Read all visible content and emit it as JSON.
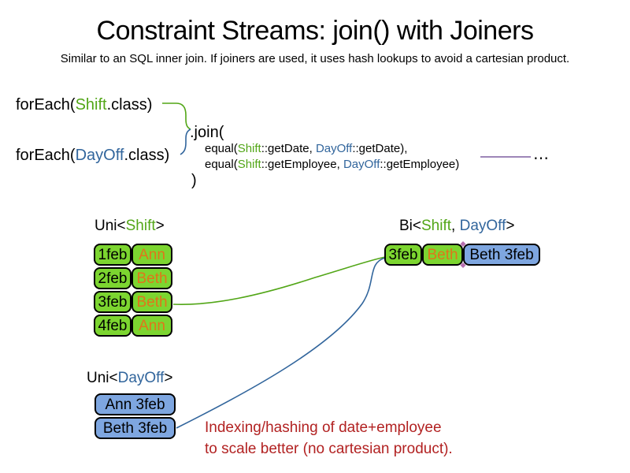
{
  "colors": {
    "green_text": "#52A617",
    "blue_text": "#31659C",
    "green_fill": "#7CD530",
    "blue_fill": "#7EA6E0",
    "orange_text": "#E0751A",
    "red_text": "#B22222",
    "purple_line": "#7D5FA0"
  },
  "title": "Constraint Streams: join() with Joiners",
  "subtitle": "Similar to an SQL inner join. If joiners are used, it uses hash lookups to avoid a cartesian product.",
  "code": {
    "foreach_shift": {
      "prefix": "forEach(",
      "class_name": "Shift",
      "suffix": ".class)"
    },
    "foreach_dayoff": {
      "prefix": "forEach(",
      "class_name": "DayOff",
      "suffix": ".class)"
    },
    "join_open": ".join(",
    "joiner_date": {
      "prefix": "equal(",
      "left_class": "Shift",
      "left_rest": "::getDate, ",
      "right_class": "DayOff",
      "right_rest": "::getDate),"
    },
    "joiner_employee": {
      "prefix": "equal(",
      "left_class": "Shift",
      "left_rest": "::getEmployee, ",
      "right_class": "DayOff",
      "right_rest": "::getEmployee)"
    },
    "ellipsis": "⋯",
    "join_close": ")"
  },
  "uni_shift": {
    "label": {
      "prefix": "Uni<",
      "class_name": "Shift",
      "suffix": ">"
    },
    "rows": [
      {
        "date": "1feb",
        "employee": "Ann"
      },
      {
        "date": "2feb",
        "employee": "Beth"
      },
      {
        "date": "3feb",
        "employee": "Beth"
      },
      {
        "date": "4feb",
        "employee": "Ann"
      }
    ]
  },
  "bi": {
    "label": {
      "prefix": "Bi<",
      "class1": "Shift",
      "separator": ", ",
      "class2": "DayOff",
      "suffix": ">"
    },
    "row": {
      "date": "3feb",
      "employee": "Beth",
      "dayoff": "Beth 3feb"
    }
  },
  "uni_dayoff": {
    "label": {
      "prefix": "Uni<",
      "class_name": "DayOff",
      "suffix": ">"
    },
    "rows": [
      {
        "text": "Ann 3feb"
      },
      {
        "text": "Beth 3feb"
      }
    ]
  },
  "annotation": {
    "line1": "Indexing/hashing of date+employee",
    "line2": "to scale better (no cartesian product)."
  }
}
